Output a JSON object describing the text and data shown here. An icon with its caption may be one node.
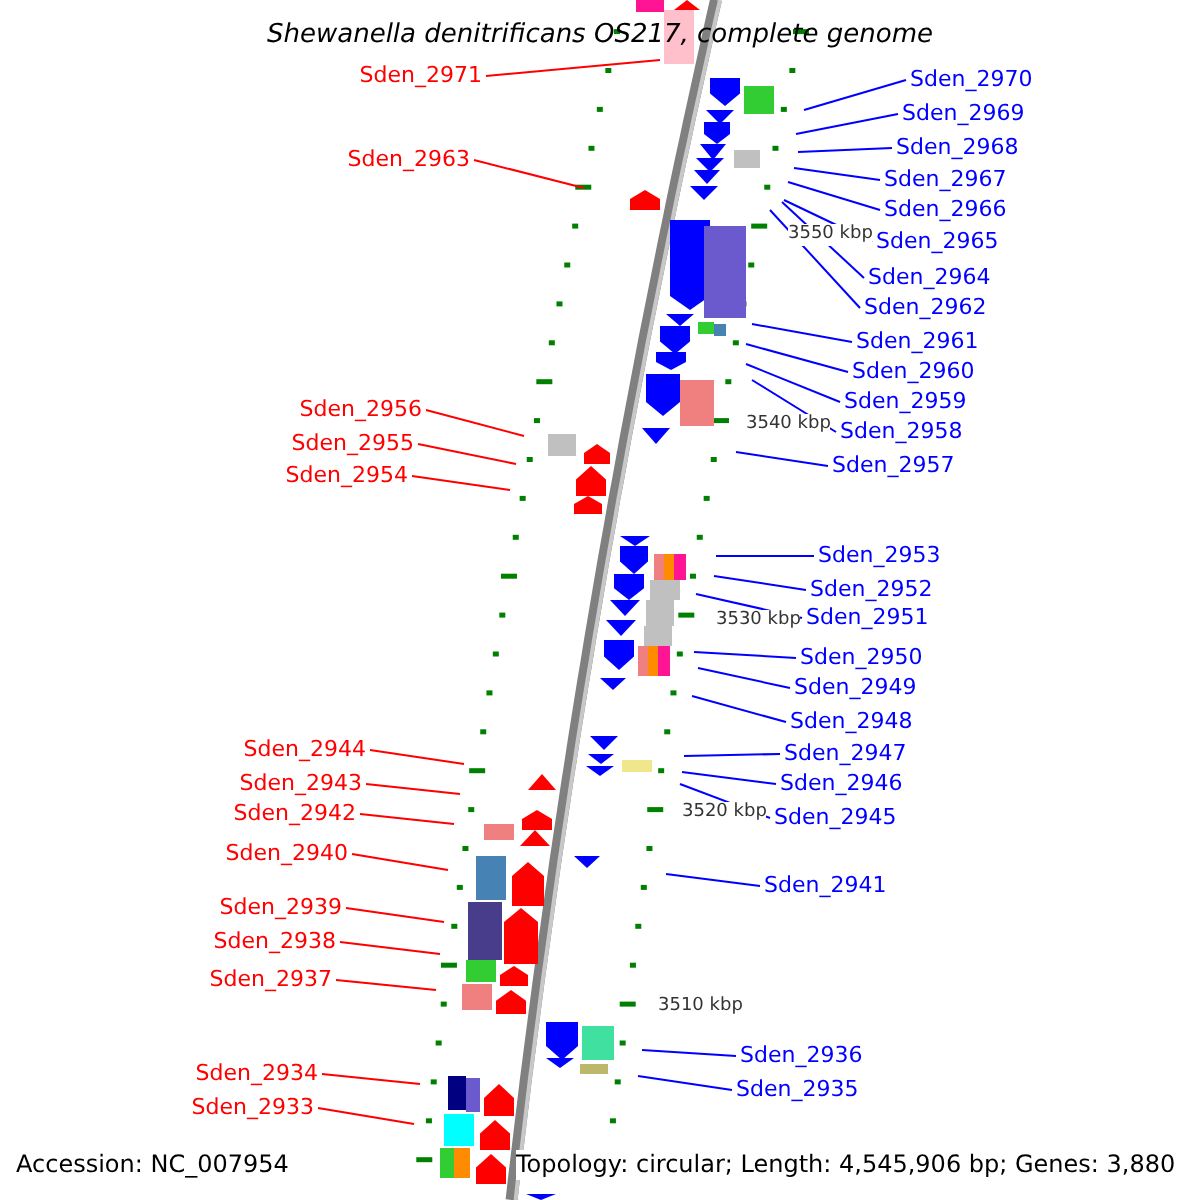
{
  "diagram": {
    "title": "Shewanella denitrificans OS217, complete genome",
    "nodes": [
      {
        "text": [
          "Sden_2971"
        ]
      },
      {
        "text": [
          "Sden_2970"
        ]
      },
      {
        "text": [
          "Sden_2969"
        ]
      },
      {
        "text": [
          "Sden_2968"
        ]
      },
      {
        "text": [
          "Sden_2963"
        ]
      },
      {
        "text": [
          "Sden_2967"
        ]
      },
      {
        "text": [
          "Sden_2966"
        ]
      },
      {
        "text": [
          "Sden_2965"
        ]
      },
      {
        "text": [
          "Sden_2964"
        ]
      },
      {
        "text": [
          "Sden_2962"
        ]
      },
      {
        "text": [
          "Sden_2961"
        ]
      },
      {
        "text": [
          "Sden_2960"
        ]
      },
      {
        "text": [
          "Sden_2959"
        ]
      },
      {
        "text": [
          "Sden_2956"
        ]
      },
      {
        "text": [
          "Sden_2958"
        ]
      },
      {
        "text": [
          "Sden_2955"
        ]
      },
      {
        "text": [
          "Sden_2957"
        ]
      },
      {
        "text": [
          "Sden_2954"
        ]
      },
      {
        "text": [
          "Sden_2953"
        ]
      },
      {
        "text": [
          "Sden_2952"
        ]
      },
      {
        "text": [
          "Sden_2951"
        ]
      },
      {
        "text": [
          "Sden_2950"
        ]
      },
      {
        "text": [
          "Sden_2949"
        ]
      },
      {
        "text": [
          "Sden_2948"
        ]
      },
      {
        "text": [
          "Sden_2944"
        ]
      },
      {
        "text": [
          "Sden_2947"
        ]
      },
      {
        "text": [
          "Sden_2943"
        ]
      },
      {
        "text": [
          "Sden_2946"
        ]
      },
      {
        "text": [
          "Sden_2942"
        ]
      },
      {
        "text": [
          "Sden_2945"
        ]
      },
      {
        "text": [
          "Sden_2940"
        ]
      },
      {
        "text": [
          "Sden_2941"
        ]
      },
      {
        "text": [
          "Sden_2939"
        ]
      },
      {
        "text": [
          "Sden_2938"
        ]
      },
      {
        "text": [
          "Sden_2937"
        ]
      },
      {
        "text": [
          "Sden_2936"
        ]
      },
      {
        "text": [
          "Sden_2934"
        ]
      },
      {
        "text": [
          "Sden_2935"
        ]
      },
      {
        "text": [
          "Sden_2933"
        ]
      }
    ],
    "edges": [
      {
        "from": 0,
        "to": null,
        "arrow": "none",
        "color": "#ff0000"
      },
      {
        "from": 1,
        "to": null,
        "arrow": "none"
      },
      {
        "from": 2,
        "to": null,
        "arrow": "none"
      },
      {
        "from": 3,
        "to": null,
        "arrow": "none"
      },
      {
        "from": 4,
        "to": null,
        "arrow": "none",
        "color": "#ff0000"
      },
      {
        "from": 5,
        "to": null,
        "arrow": "none"
      },
      {
        "from": 6,
        "to": null,
        "arrow": "none"
      },
      {
        "from": 7,
        "to": null,
        "arrow": "none"
      },
      {
        "from": 8,
        "to": null,
        "arrow": "none"
      },
      {
        "from": 9,
        "to": null,
        "arrow": "none"
      },
      {
        "from": 10,
        "to": null,
        "arrow": "none"
      },
      {
        "from": 11,
        "to": null,
        "arrow": "none"
      },
      {
        "from": 12,
        "to": null,
        "arrow": "none"
      },
      {
        "from": 13,
        "to": null,
        "arrow": "none",
        "color": "#ff0000"
      },
      {
        "from": 14,
        "to": null,
        "arrow": "none"
      },
      {
        "from": 15,
        "to": null,
        "arrow": "none",
        "color": "#ff0000"
      },
      {
        "from": 16,
        "to": null,
        "arrow": "none"
      },
      {
        "from": 17,
        "to": null,
        "arrow": "none",
        "color": "#ff0000"
      },
      {
        "from": 18,
        "to": null,
        "arrow": "none"
      },
      {
        "from": 19,
        "to": null,
        "arrow": "none"
      },
      {
        "from": 20,
        "to": null,
        "arrow": "none"
      },
      {
        "from": 21,
        "to": null,
        "arrow": "none"
      },
      {
        "from": 22,
        "to": null,
        "arrow": "none"
      },
      {
        "from": 23,
        "to": null,
        "arrow": "none"
      },
      {
        "from": 24,
        "to": null,
        "arrow": "none",
        "color": "#ff0000"
      },
      {
        "from": 25,
        "to": null,
        "arrow": "none"
      },
      {
        "from": 26,
        "to": null,
        "arrow": "none",
        "color": "#ff0000"
      },
      {
        "from": 27,
        "to": null,
        "arrow": "none"
      },
      {
        "from": 28,
        "to": null,
        "arrow": "none",
        "color": "#ff0000"
      },
      {
        "from": 29,
        "to": null,
        "arrow": "none"
      },
      {
        "from": 30,
        "to": null,
        "arrow": "none",
        "color": "#ff0000"
      },
      {
        "from": 31,
        "to": null,
        "arrow": "none"
      },
      {
        "from": 32,
        "to": null,
        "arrow": "none",
        "color": "#ff0000"
      },
      {
        "from": 33,
        "to": null,
        "arrow": "none",
        "color": "#ff0000"
      },
      {
        "from": 34,
        "to": null,
        "arrow": "none",
        "color": "#ff0000"
      },
      {
        "from": 35,
        "to": null,
        "arrow": "none"
      },
      {
        "from": 36,
        "to": null,
        "arrow": "none",
        "color": "#ff0000"
      },
      {
        "from": 37,
        "to": null,
        "arrow": "none"
      },
      {
        "from": 38,
        "to": null,
        "arrow": "none",
        "color": "#ff0000"
      }
    ],
    "labels": [
      "3550 kbp",
      "3540 kbp",
      "3530 kbp",
      "3520 kbp",
      "3510 kbp",
      "Accession: NC_007954",
      "Topology: circular; Length: 4,545,906 bp; Genes: 3,880"
    ]
  }
}
